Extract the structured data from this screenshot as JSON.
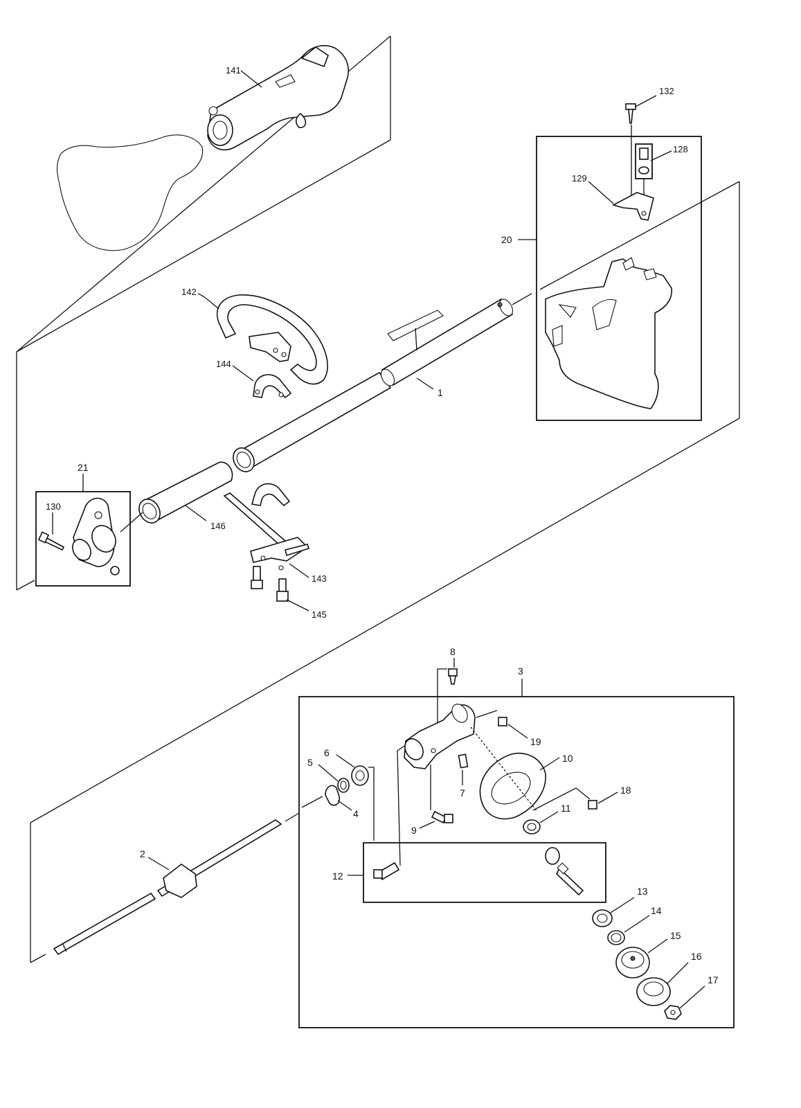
{
  "diagram": {
    "callouts": {
      "c141": "141",
      "c132": "132",
      "c128": "128",
      "c129": "129",
      "c20": "20",
      "c142": "142",
      "c144": "144",
      "c1": "1",
      "c21": "21",
      "c130": "130",
      "c146": "146",
      "c143": "143",
      "c145": "145",
      "c8": "8",
      "c3": "3",
      "c19": "19",
      "c6": "6",
      "c5": "5",
      "c10": "10",
      "c7": "7",
      "c18": "18",
      "c4": "4",
      "c11": "11",
      "c9": "9",
      "c2": "2",
      "c12": "12",
      "c13": "13",
      "c14": "14",
      "c15": "15",
      "c16": "16",
      "c17": "17"
    }
  }
}
